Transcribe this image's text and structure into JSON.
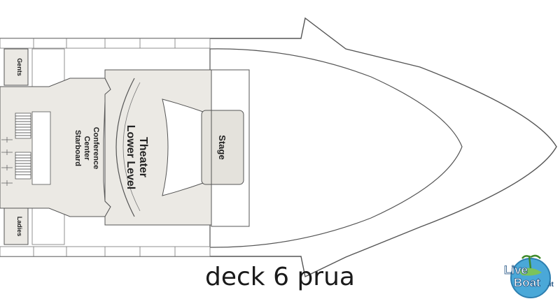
{
  "plan": {
    "rooms": {
      "gents": "Gents",
      "ladies": "Ladies",
      "conference_line1": "Conference",
      "conference_line2": "Center",
      "conference_line3": "Starboard",
      "theater_line1": "Theater",
      "theater_line2": "Lower Level",
      "stage": "Stage"
    },
    "colors": {
      "fill": "#ebe9e4",
      "line": "#555555",
      "hull": "#ffffff"
    }
  },
  "caption": "deck 6 prua",
  "logo": {
    "line1": "Live",
    "line2": "Boat",
    "suffix": ".it"
  }
}
